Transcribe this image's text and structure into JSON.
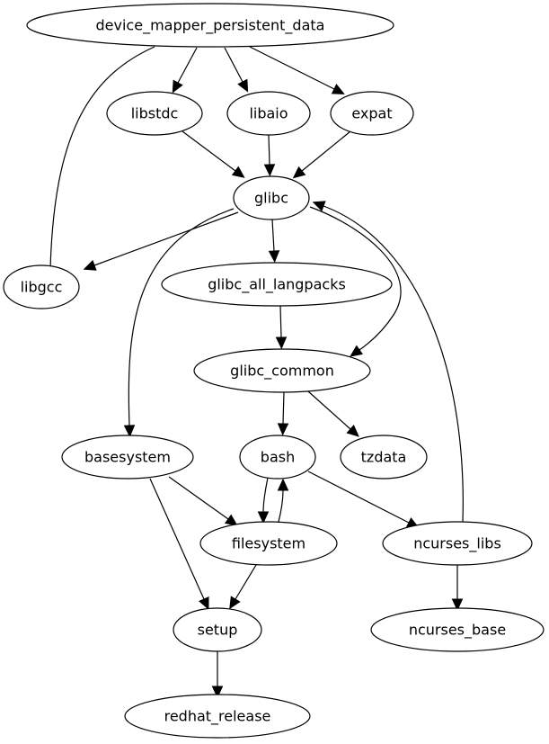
{
  "graph": {
    "type": "directed",
    "nodes": [
      {
        "id": "device_mapper_persistent_data",
        "label": "device_mapper_persistent_data"
      },
      {
        "id": "libstdc",
        "label": "libstdc"
      },
      {
        "id": "libaio",
        "label": "libaio"
      },
      {
        "id": "expat",
        "label": "expat"
      },
      {
        "id": "glibc",
        "label": "glibc"
      },
      {
        "id": "libgcc",
        "label": "libgcc"
      },
      {
        "id": "glibc_all_langpacks",
        "label": "glibc_all_langpacks"
      },
      {
        "id": "glibc_common",
        "label": "glibc_common"
      },
      {
        "id": "basesystem",
        "label": "basesystem"
      },
      {
        "id": "bash",
        "label": "bash"
      },
      {
        "id": "tzdata",
        "label": "tzdata"
      },
      {
        "id": "filesystem",
        "label": "filesystem"
      },
      {
        "id": "ncurses_libs",
        "label": "ncurses_libs"
      },
      {
        "id": "setup",
        "label": "setup"
      },
      {
        "id": "ncurses_base",
        "label": "ncurses_base"
      },
      {
        "id": "redhat_release",
        "label": "redhat_release"
      }
    ],
    "edges": [
      {
        "from": "device_mapper_persistent_data",
        "to": "libgcc"
      },
      {
        "from": "device_mapper_persistent_data",
        "to": "libstdc"
      },
      {
        "from": "device_mapper_persistent_data",
        "to": "libaio"
      },
      {
        "from": "device_mapper_persistent_data",
        "to": "expat"
      },
      {
        "from": "libstdc",
        "to": "glibc"
      },
      {
        "from": "libaio",
        "to": "glibc"
      },
      {
        "from": "expat",
        "to": "glibc"
      },
      {
        "from": "glibc",
        "to": "libgcc"
      },
      {
        "from": "glibc",
        "to": "glibc_all_langpacks"
      },
      {
        "from": "glibc",
        "to": "glibc_common"
      },
      {
        "from": "glibc",
        "to": "basesystem"
      },
      {
        "from": "glibc_common",
        "to": "glibc"
      },
      {
        "from": "glibc_all_langpacks",
        "to": "glibc_common"
      },
      {
        "from": "glibc_common",
        "to": "bash"
      },
      {
        "from": "glibc_common",
        "to": "tzdata"
      },
      {
        "from": "basesystem",
        "to": "filesystem"
      },
      {
        "from": "basesystem",
        "to": "setup"
      },
      {
        "from": "bash",
        "to": "filesystem"
      },
      {
        "from": "filesystem",
        "to": "bash"
      },
      {
        "from": "bash",
        "to": "ncurses_libs"
      },
      {
        "from": "filesystem",
        "to": "setup"
      },
      {
        "from": "ncurses_libs",
        "to": "glibc"
      },
      {
        "from": "ncurses_libs",
        "to": "ncurses_base"
      },
      {
        "from": "setup",
        "to": "redhat_release"
      }
    ]
  }
}
